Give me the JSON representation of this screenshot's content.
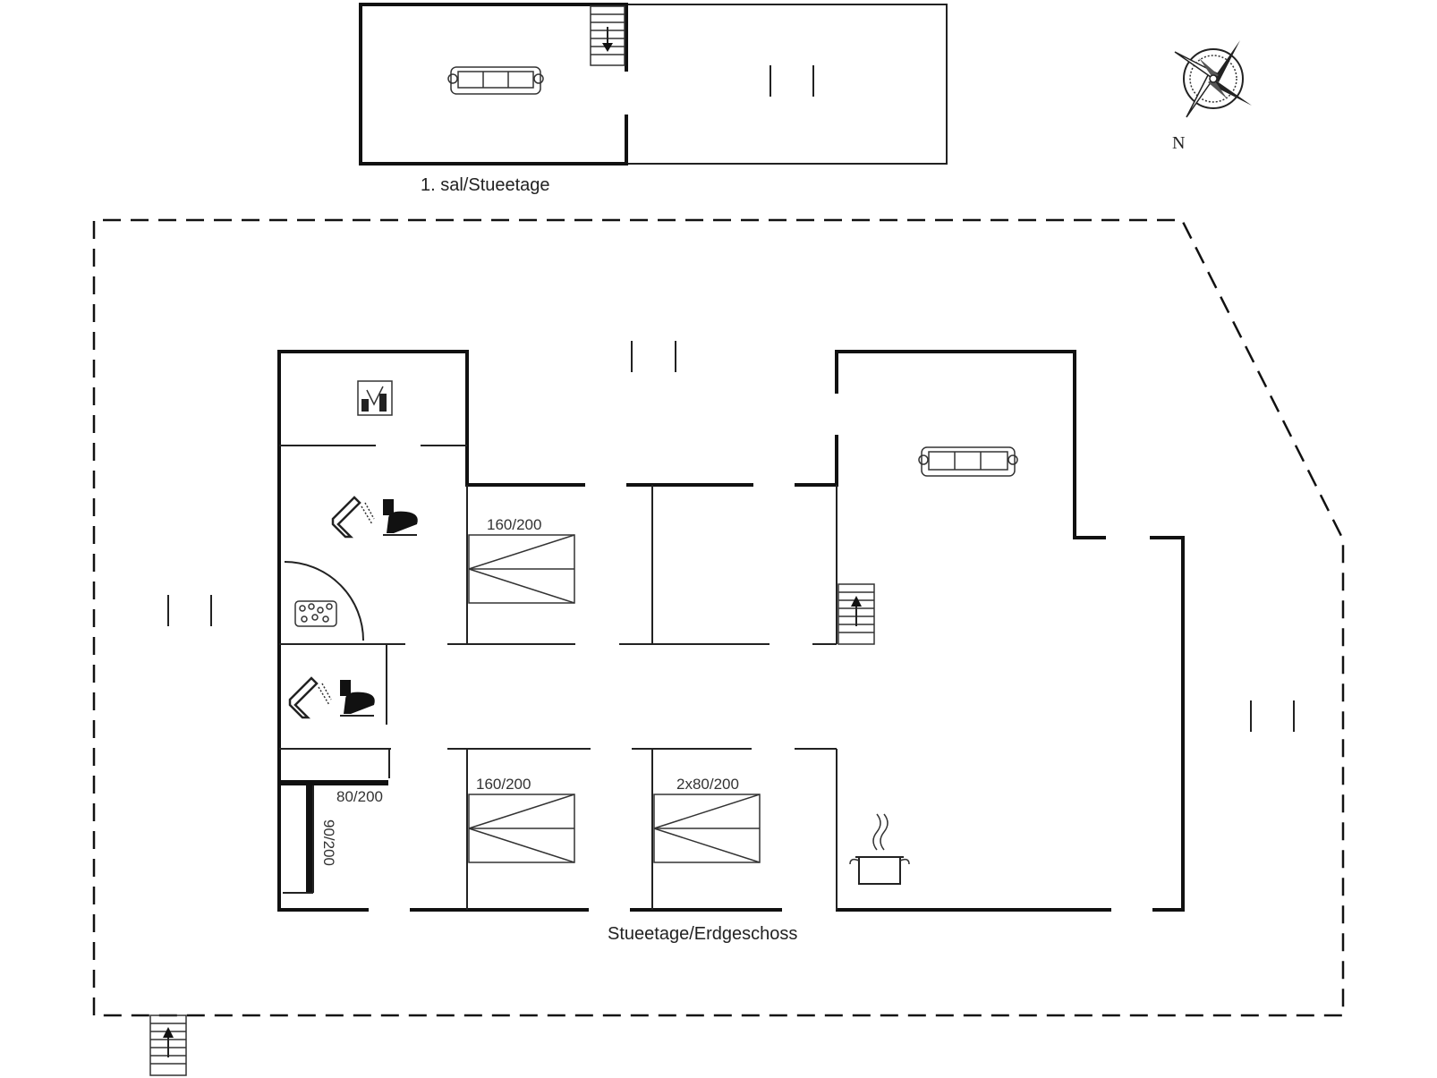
{
  "floors": {
    "upper_label": "1. sal/Stueetage",
    "ground_label": "Stueetage/Erdgeschoss"
  },
  "compass": {
    "north_label": "N"
  },
  "bed_sizes": {
    "bedroom_1": "160/200",
    "bedroom_2": "160/200",
    "bedroom_3": "2x80/200",
    "bunk_top": "80/200",
    "bunk_side": "90/200"
  },
  "icons": {
    "sofa": "sofa-icon",
    "stairs": "stairs-icon",
    "shower": "shower-icon",
    "toilet": "toilet-icon",
    "sauna": "sauna-icon",
    "washer": "washing-machine-icon",
    "kitchen": "cooking-pot-icon",
    "compass": "compass-rose-icon",
    "window": "window-icon"
  }
}
